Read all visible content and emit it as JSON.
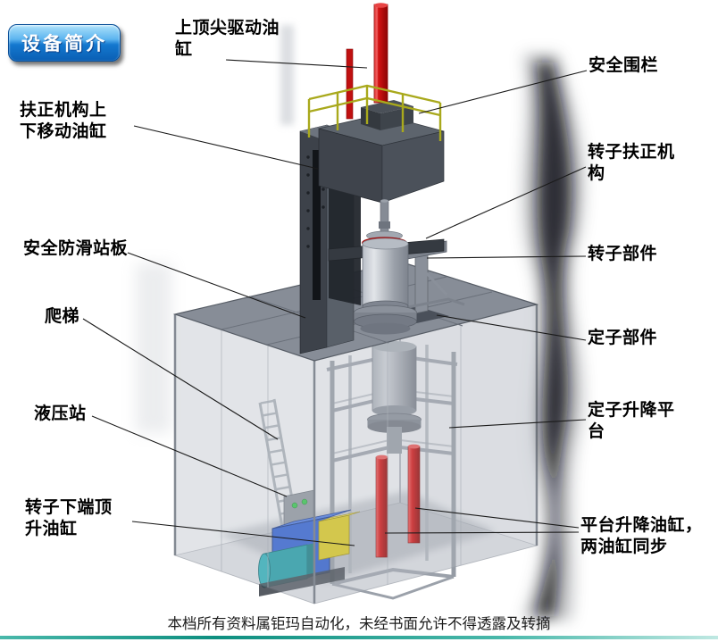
{
  "badge": {
    "label": "设备简介"
  },
  "labels": [
    {
      "name": "top-tip-drive-cylinder",
      "text": "上顶尖驱动油\n缸"
    },
    {
      "name": "safety-fence",
      "text": "安全围栏"
    },
    {
      "name": "centering-updown-cylinder",
      "text": "扶正机构上\n下移动油缸"
    },
    {
      "name": "rotor-centering-mechanism",
      "text": "转子扶正机\n构"
    },
    {
      "name": "antislip-standing-plate",
      "text": "安全防滑站板"
    },
    {
      "name": "rotor-component",
      "text": "转子部件"
    },
    {
      "name": "ladder",
      "text": "爬梯"
    },
    {
      "name": "stator-component",
      "text": "定子部件"
    },
    {
      "name": "hydraulic-station",
      "text": "液压站"
    },
    {
      "name": "stator-lift-platform",
      "text": "定子升降平\n台"
    },
    {
      "name": "rotor-bottom-jack-cylinder",
      "text": "转子下端顶\n升油缸"
    },
    {
      "name": "platform-lift-cylinders",
      "text": "平台升降油缸，\n两油缸同步"
    }
  ],
  "footer": {
    "text": "本档所有资料属钜玛自动化，未经书面允许不得透露及转摘"
  },
  "colors": {
    "badge_blue": "#0f6cc4",
    "cylinder_red": "#c41212",
    "railing_yellow": "#a9a91c",
    "hydraulic_blue": "#2d5ece",
    "motor_teal": "#1f9aa4",
    "steel_dark": "#3f444c",
    "enclosure_gray": "#cdd1d7",
    "footer_teal": "#35b0a0"
  }
}
